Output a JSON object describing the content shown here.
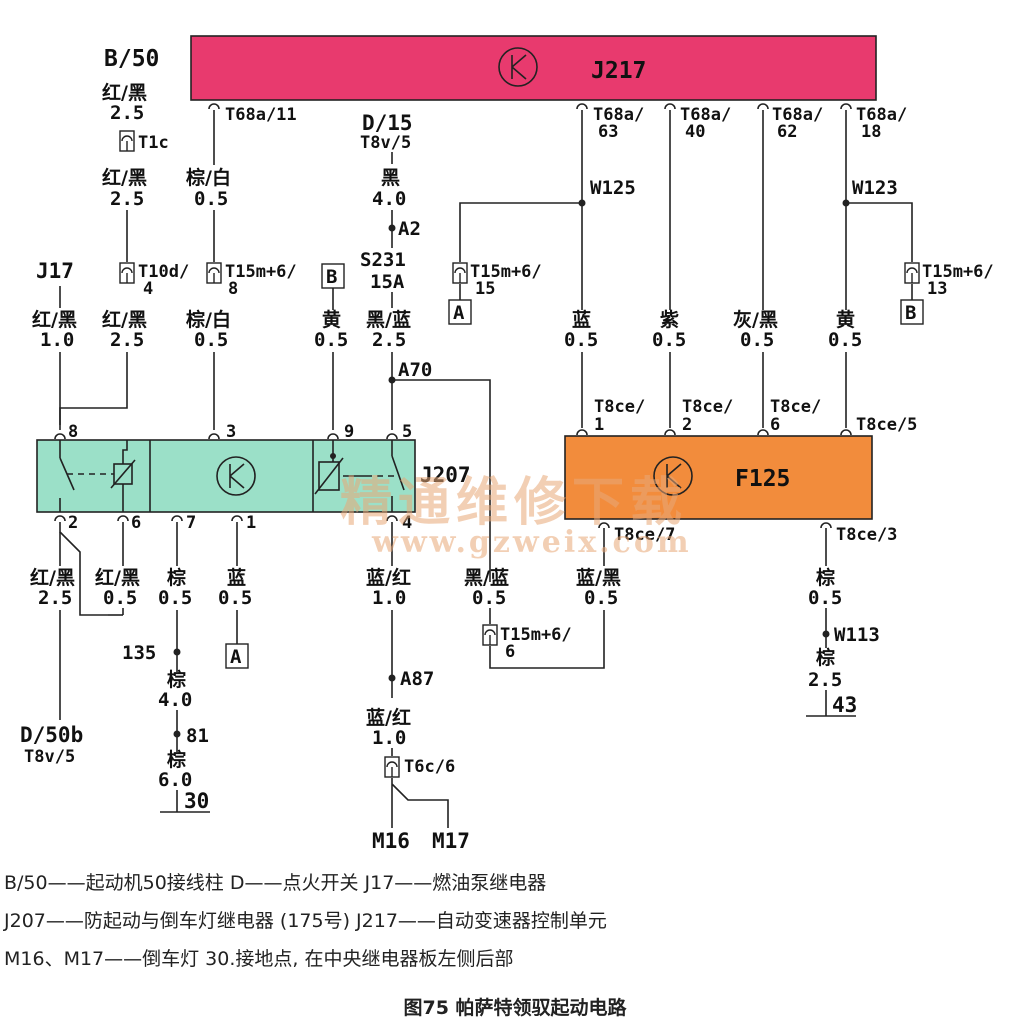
{
  "j217": {
    "label": "J217",
    "color": "#e83a6e"
  },
  "f125": {
    "label": "F125",
    "color": "#f28c3c"
  },
  "j207": {
    "label": "J207",
    "color": "#9be0c8"
  },
  "connectors": {
    "t68a_11": "T68a/11",
    "t68a_63_a": "T68a/",
    "t68a_63_b": "63",
    "t68a_40_a": "T68a/",
    "t68a_40_b": "40",
    "t68a_62_a": "T68a/",
    "t68a_62_b": "62",
    "t68a_18_a": "T68a/",
    "t68a_18_b": "18",
    "t1c": "T1c",
    "t10d_a": "T10d/",
    "t10d_b": "4",
    "t15m_8_a": "T15m+6/",
    "t15m_8_b": "8",
    "t15m_15_a": "T15m+6/",
    "t15m_15_b": "15",
    "t15m_13_a": "T15m+6/",
    "t15m_13_b": "13",
    "t15m_6_a": "T15m+6/",
    "t15m_6_b": "6",
    "t8v_5": "T8v/5",
    "t8v_5_b": "T8v/5",
    "t8ce_1_a": "T8ce/",
    "t8ce_1_b": "1",
    "t8ce_2_a": "T8ce/",
    "t8ce_2_b": "2",
    "t8ce_6_a": "T8ce/",
    "t8ce_6_b": "6",
    "t8ce_5": "T8ce/5",
    "t8ce_7": "T8ce/7",
    "t8ce_3": "T8ce/3",
    "t6c_6": "T6c/6"
  },
  "labels": {
    "b50": "B/50",
    "d15": "D/15",
    "d50b": "D/50b",
    "j17": "J17",
    "w125": "W125",
    "w123": "W123",
    "w113": "W113",
    "a2": "A2",
    "s231": "S231",
    "s231_amp": "15A",
    "a70": "A70",
    "a87": "A87",
    "n135": "135",
    "n81": "81",
    "n30": "30",
    "n43": "43",
    "m16": "M16",
    "m17": "M17",
    "box_a": "A",
    "box_b": "B"
  },
  "pins": {
    "p8": "8",
    "p3": "3",
    "p9": "9",
    "p5": "5",
    "p2": "2",
    "p6": "6",
    "p7": "7",
    "p1": "1",
    "p4": "4"
  },
  "wires": {
    "red_black": "红/黑",
    "brown_white": "棕/白",
    "black": "黑",
    "black_blue": "黑/蓝",
    "yellow": "黄",
    "blue": "蓝",
    "purple": "紫",
    "grey_black": "灰/黑",
    "brown": "棕",
    "blue_red": "蓝/红",
    "blue_black": "蓝/黑",
    "s2_5": "2.5",
    "s0_5": "0.5",
    "s1_0": "1.0",
    "s4_0": "4.0",
    "s6_0": "6.0"
  },
  "watermark": {
    "cn": "精通维修下载",
    "url": "www.gzweix.com"
  },
  "legend": {
    "line1": "B/50——起动机50接线柱   D——点火开关   J17——燃油泵继电器",
    "line2": "J207——防起动与倒车灯继电器 (175号)      J217——自动变速器控制单元",
    "line3": "M16、M17——倒车灯    30.接地点, 在中央继电器板左侧后部"
  },
  "caption": "图75 帕萨特领驭起动电路"
}
